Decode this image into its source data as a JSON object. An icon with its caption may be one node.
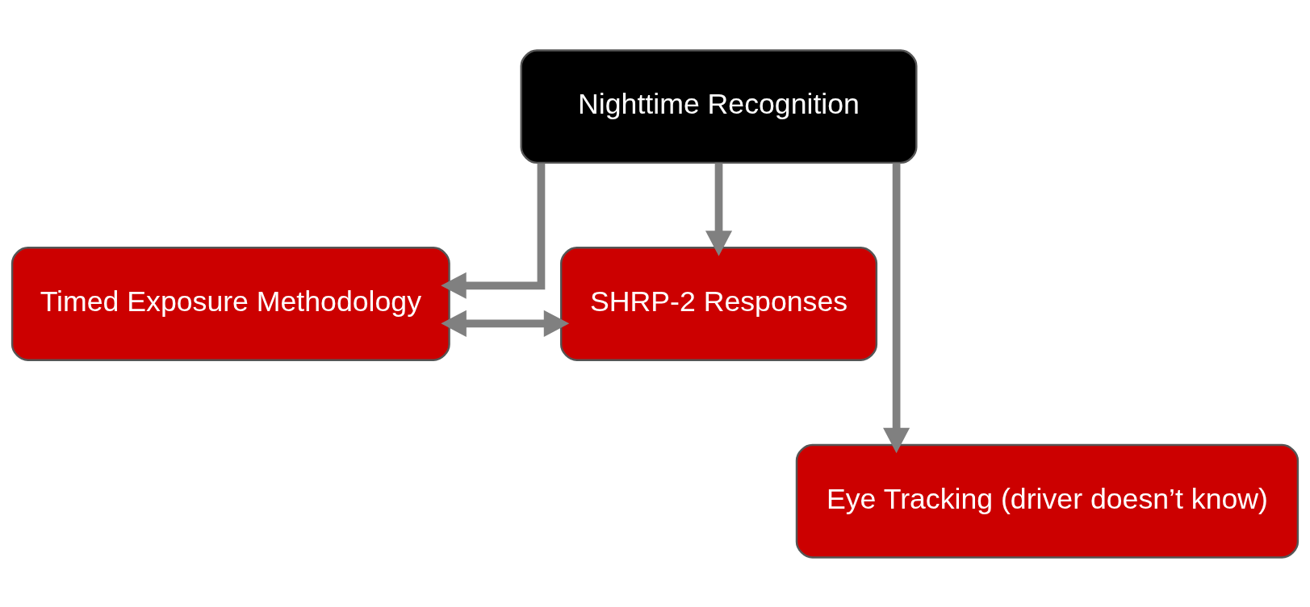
{
  "diagram": {
    "nodes": [
      {
        "text": [
          "Nighttime Recognition"
        ]
      },
      {
        "text": [
          "Timed Exposure Methodology"
        ]
      },
      {
        "text": [
          "SHRP-2 Responses"
        ]
      },
      {
        "text": [
          "Eye Tracking (driver doesn’t know)"
        ]
      }
    ],
    "edges": [
      {
        "from": 0,
        "to": 1,
        "arrow": "to"
      },
      {
        "from": 0,
        "to": 2,
        "arrow": "to"
      },
      {
        "from": 0,
        "to": 3,
        "arrow": "to"
      },
      {
        "from": 1,
        "to": 2,
        "arrow": "both"
      }
    ]
  }
}
